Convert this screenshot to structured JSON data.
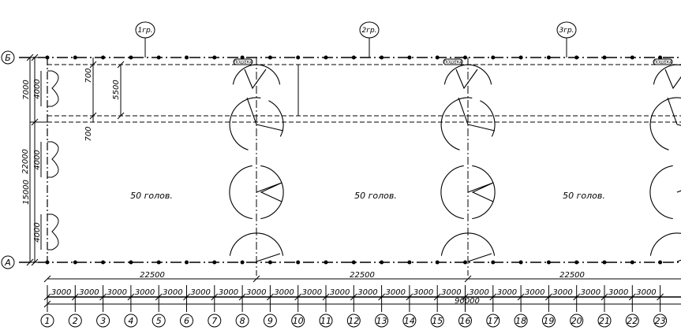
{
  "drawing": {
    "groups": [
      "1гр.",
      "2гр.",
      "3гр."
    ],
    "pen_capacity": "50 голов.",
    "rows": [
      "Б",
      "А"
    ],
    "columns": [
      "1",
      "2",
      "3",
      "4",
      "5",
      "6",
      "7",
      "8",
      "9",
      "10",
      "11",
      "12",
      "13",
      "14",
      "15",
      "16",
      "17",
      "18",
      "19",
      "20",
      "21",
      "22",
      "23"
    ],
    "bay_spacing": "3000",
    "section_length": "22500",
    "total_length": "90000",
    "total_width": "22000",
    "left_dims": [
      "7000",
      "15000"
    ],
    "door_width": "4000",
    "inner_dims": [
      "700",
      "5500",
      "700"
    ],
    "gate_tag": "ПОШЕКА",
    "colors": {
      "line": "#000000",
      "background": "#ffffff"
    }
  }
}
